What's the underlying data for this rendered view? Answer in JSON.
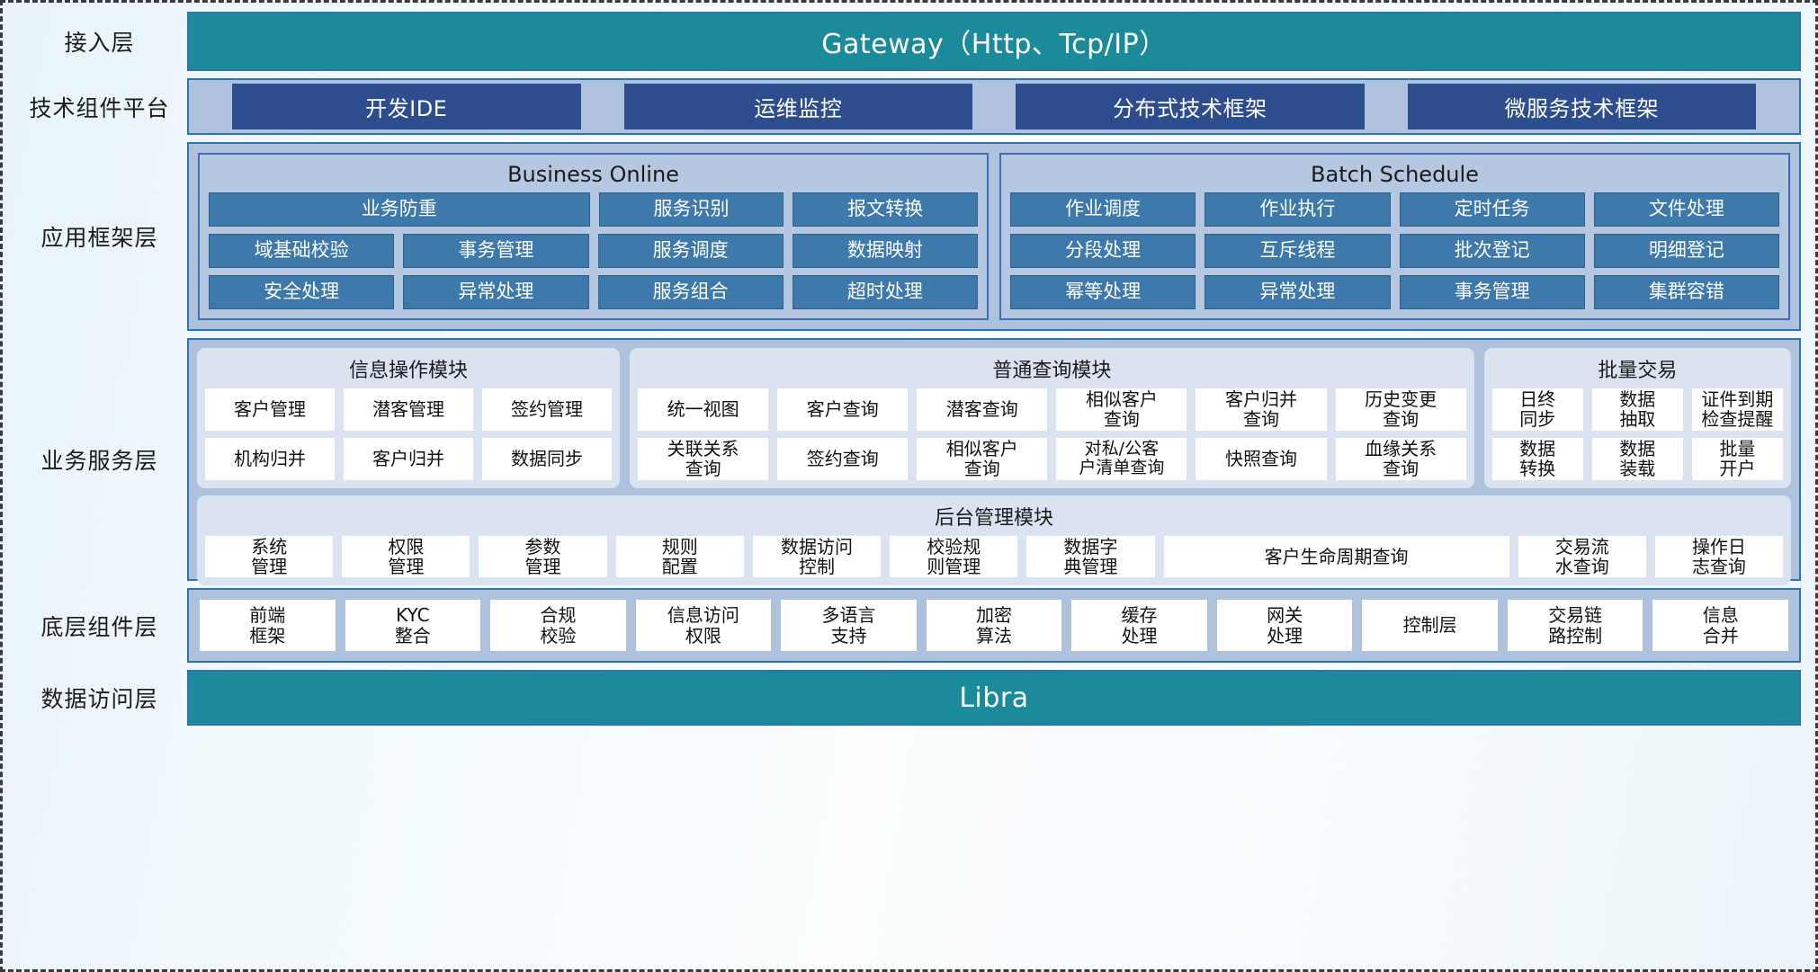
{
  "rows": {
    "access": {
      "label": "接入层",
      "bar": "Gateway（Http、Tcp/IP）"
    },
    "tech_platform": {
      "label": "技术组件平台",
      "chips": [
        "开发IDE",
        "运维监控",
        "分布式技术框架",
        "微服务技术框架"
      ]
    },
    "app_framework": {
      "label": "应用框架层",
      "groups": [
        {
          "title": "Business Online",
          "lines": [
            [
              "业务防重",
              "服务识别",
              "报文转换"
            ],
            [
              "域基础校验",
              "事务管理",
              "服务调度",
              "数据映射"
            ],
            [
              "安全处理",
              "异常处理",
              "服务组合",
              "超时处理"
            ]
          ]
        },
        {
          "title": "Batch Schedule",
          "lines": [
            [
              "作业调度",
              "作业执行",
              "定时任务",
              "文件处理"
            ],
            [
              "分段处理",
              "互斥线程",
              "批次登记",
              "明细登记"
            ],
            [
              "幂等处理",
              "异常处理",
              "事务管理",
              "集群容错"
            ]
          ]
        }
      ]
    },
    "business_service": {
      "label": "业务服务层",
      "info_module": {
        "title": "信息操作模块",
        "lines": [
          [
            "客户管理",
            "潜客管理",
            "签约管理"
          ],
          [
            "机构归并",
            "客户归并",
            "数据同步"
          ]
        ]
      },
      "query_module": {
        "title": "普通查询模块",
        "lines": [
          [
            "统一视图",
            "客户查询",
            "潜客查询",
            "相似客户\n查询",
            "客户归并\n查询",
            "历史变更\n查询"
          ],
          [
            "关联关系\n查询",
            "签约查询",
            "相似客户\n查询",
            "对私/公客\n户清单查询",
            "快照查询",
            "血缘关系\n查询"
          ]
        ]
      },
      "batch_module": {
        "title": "批量交易",
        "lines": [
          [
            "日终\n同步",
            "数据\n抽取",
            "证件到期\n检查提醒"
          ],
          [
            "数据\n转换",
            "数据\n装载",
            "批量\n开户"
          ]
        ]
      },
      "mgmt_module": {
        "title": "后台管理模块",
        "cells": [
          "系统\n管理",
          "权限\n管理",
          "参数\n管理",
          "规则\n配置",
          "数据访问\n控制",
          "校验规\n则管理",
          "数据字\n典管理",
          "客户生命周期查询",
          "交易流\n水查询",
          "操作日\n志查询"
        ]
      }
    },
    "component_layer": {
      "label": "底层组件层",
      "cells": [
        "前端\n框架",
        "KYC\n整合",
        "合规\n校验",
        "信息访问\n权限",
        "多语言\n支持",
        "加密\n算法",
        "缓存\n处理",
        "网关\n处理",
        "控制层",
        "交易链\n路控制",
        "信息\n合并"
      ]
    },
    "data_access": {
      "label": "数据访问层",
      "bar": "Libra"
    }
  },
  "colors": {
    "teal": "#1b8a9b",
    "panel_blue": "#aec2de",
    "chip_dark_blue": "#2e4d8e",
    "chip_blue": "#3d79ab",
    "card_bg": "#dbe3f1",
    "border_blue": "#2e74b5"
  }
}
